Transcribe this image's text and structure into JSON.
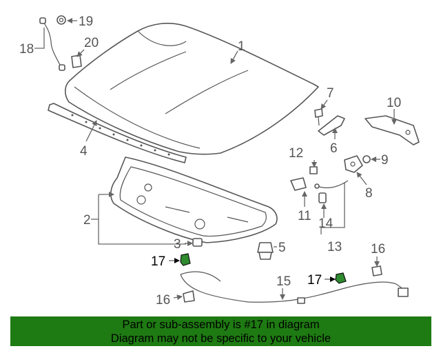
{
  "colors": {
    "banner": "#1e7a12",
    "highlight_part": "#2e8b2e",
    "line_art": "#555555"
  },
  "callouts": {
    "c1": "1",
    "c2": "2",
    "c3": "3",
    "c4": "4",
    "c5": "5",
    "c6": "6",
    "c7": "7",
    "c8": "8",
    "c9": "9",
    "c10": "10",
    "c11": "11",
    "c12": "12",
    "c13": "13",
    "c14": "14",
    "c15": "15",
    "c16a": "16",
    "c16b": "16",
    "c17a": "17",
    "c17b": "17",
    "c18": "18",
    "c19": "19",
    "c20": "20"
  },
  "banner": {
    "line1": "Part or sub-assembly is #17 in diagram",
    "line2": "Diagram may not be specific to your vehicle"
  }
}
